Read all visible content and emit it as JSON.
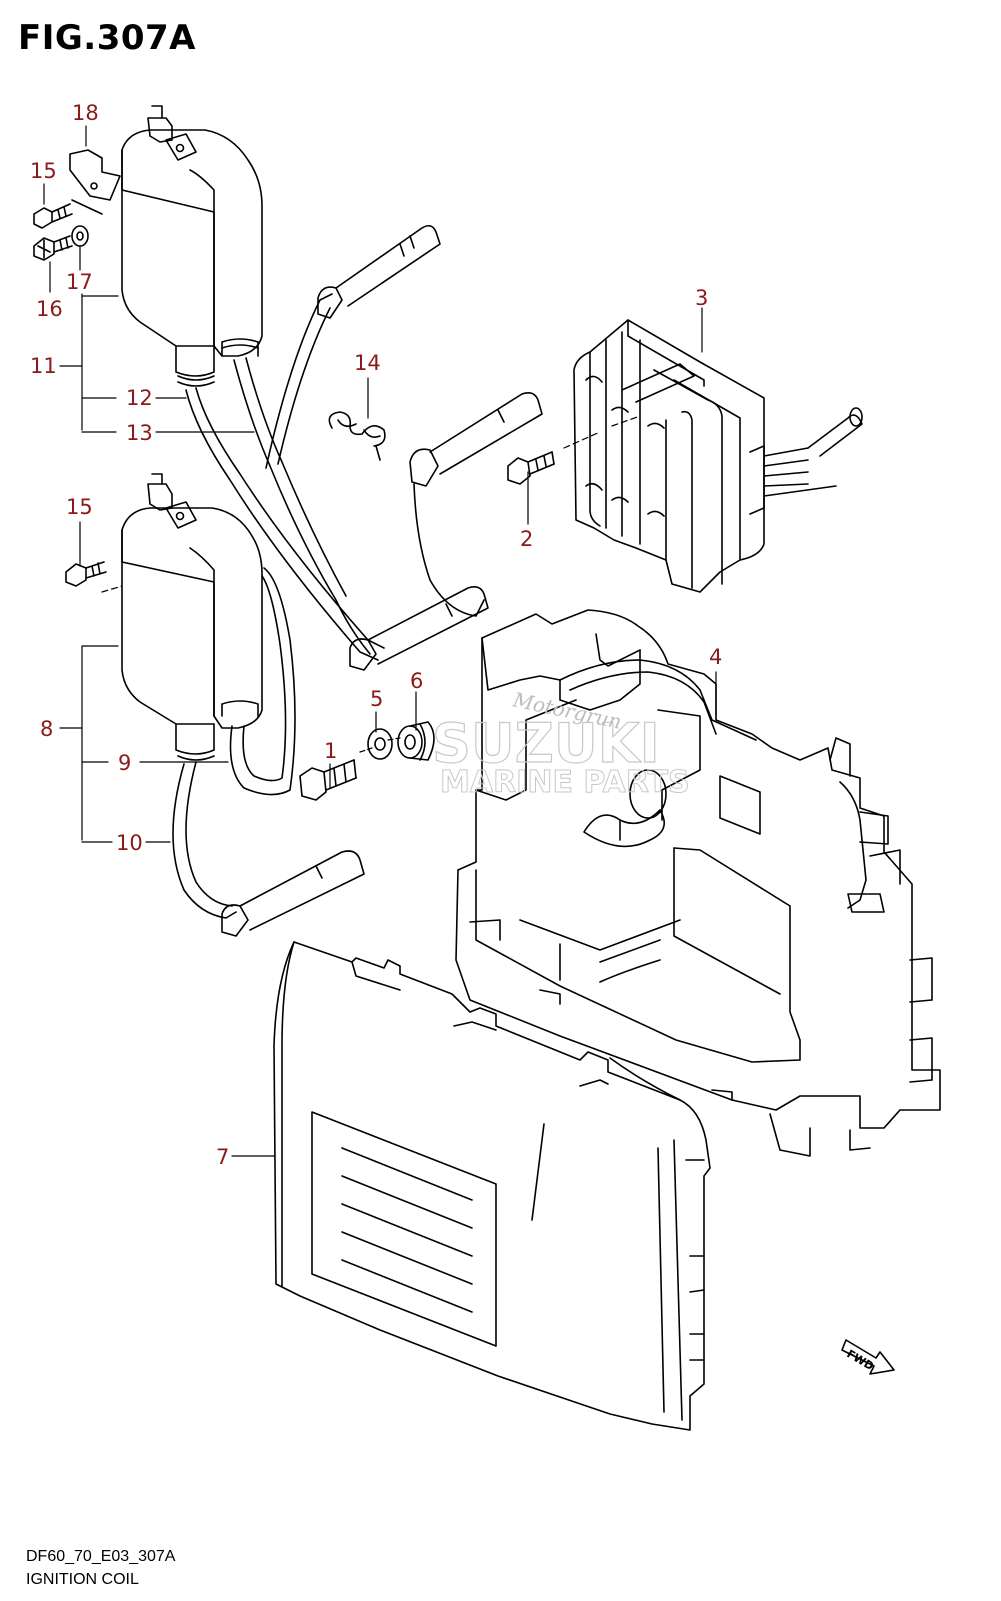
{
  "figure": {
    "title": "FIG.307A",
    "model_code": "DF60_70_E03_307A",
    "name": "IGNITION COIL"
  },
  "watermark": {
    "brand": "SUZUKI",
    "line2": "MARINE PARTS",
    "script": "Motorgrun"
  },
  "direction_marker": "FWD",
  "callouts": [
    {
      "id": "c18",
      "text": "18"
    },
    {
      "id": "c15a",
      "text": "15"
    },
    {
      "id": "c16",
      "text": "16"
    },
    {
      "id": "c17",
      "text": "17"
    },
    {
      "id": "c11",
      "text": "11"
    },
    {
      "id": "c12",
      "text": "12"
    },
    {
      "id": "c13",
      "text": "13"
    },
    {
      "id": "c14",
      "text": "14"
    },
    {
      "id": "c3",
      "text": "3"
    },
    {
      "id": "c2",
      "text": "2"
    },
    {
      "id": "c15b",
      "text": "15"
    },
    {
      "id": "c8",
      "text": "8"
    },
    {
      "id": "c9",
      "text": "9"
    },
    {
      "id": "c10",
      "text": "10"
    },
    {
      "id": "c1",
      "text": "1"
    },
    {
      "id": "c5",
      "text": "5"
    },
    {
      "id": "c6",
      "text": "6"
    },
    {
      "id": "c4",
      "text": "4"
    },
    {
      "id": "c7",
      "text": "7"
    }
  ],
  "colors": {
    "callout_text": "#8b1a1a",
    "line_art": "#000000",
    "watermark": "#c8c8c8",
    "background": "#ffffff"
  }
}
